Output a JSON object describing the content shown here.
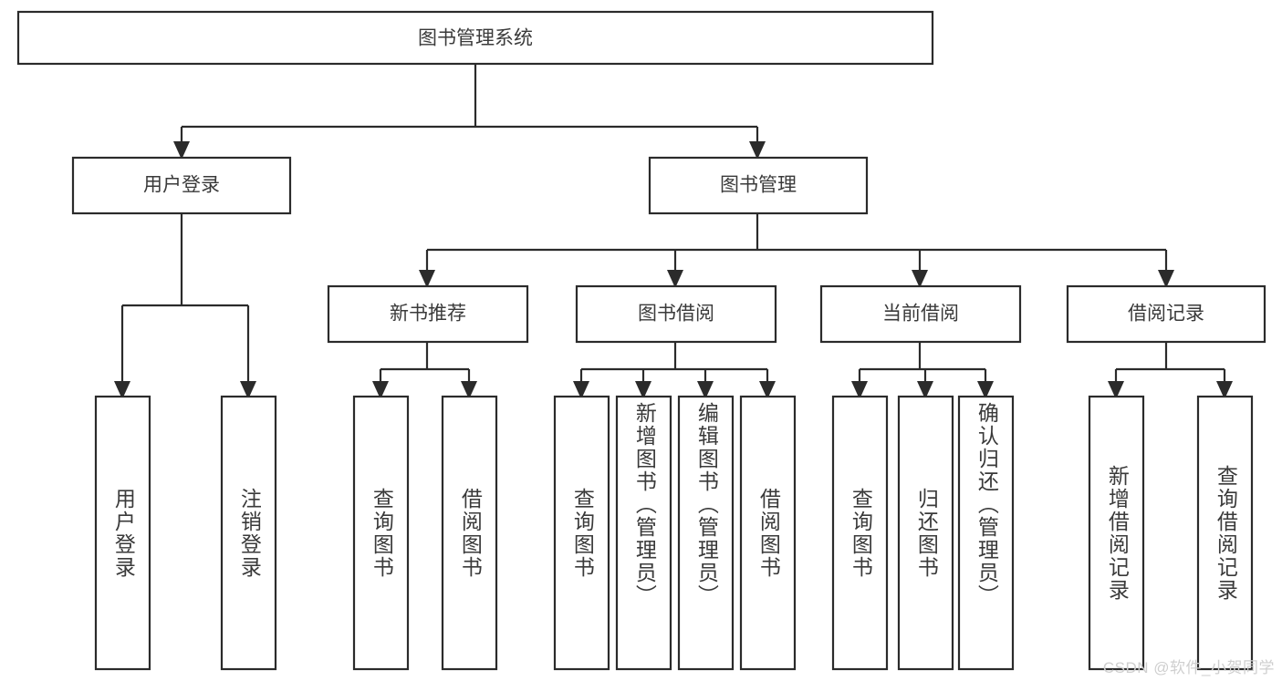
{
  "diagram": {
    "type": "tree-hierarchy-chart",
    "root": {
      "id": "root",
      "label": "图书管理系统",
      "orientation": "horizontal"
    },
    "level2": [
      {
        "id": "user-login",
        "label": "用户登录",
        "orientation": "horizontal"
      },
      {
        "id": "book-management",
        "label": "图书管理",
        "orientation": "horizontal"
      }
    ],
    "level3": [
      {
        "id": "new-book-recommend",
        "label": "新书推荐",
        "orientation": "horizontal"
      },
      {
        "id": "book-borrow",
        "label": "图书借阅",
        "orientation": "horizontal"
      },
      {
        "id": "current-borrow",
        "label": "当前借阅",
        "orientation": "horizontal"
      },
      {
        "id": "borrow-record",
        "label": "借阅记录",
        "orientation": "horizontal"
      }
    ],
    "leaves": [
      {
        "id": "leaf-user-login",
        "label": "用户登录",
        "parent": "user-login",
        "orientation": "vertical"
      },
      {
        "id": "leaf-logout",
        "label": "注销登录",
        "parent": "user-login",
        "orientation": "vertical"
      },
      {
        "id": "leaf-query-book-1",
        "label": "查询图书",
        "parent": "new-book-recommend",
        "orientation": "vertical"
      },
      {
        "id": "leaf-borrow-book-1",
        "label": "借阅图书",
        "parent": "new-book-recommend",
        "orientation": "vertical"
      },
      {
        "id": "leaf-query-book-2",
        "label": "查询图书",
        "parent": "book-borrow",
        "orientation": "vertical"
      },
      {
        "id": "leaf-add-book",
        "label": "新增图书（管理员）",
        "parent": "book-borrow",
        "orientation": "vertical"
      },
      {
        "id": "leaf-edit-book",
        "label": "编辑图书（管理员）",
        "parent": "book-borrow",
        "orientation": "vertical"
      },
      {
        "id": "leaf-borrow-book-2",
        "label": "借阅图书",
        "parent": "book-borrow",
        "orientation": "vertical"
      },
      {
        "id": "leaf-query-book-3",
        "label": "查询图书",
        "parent": "current-borrow",
        "orientation": "vertical"
      },
      {
        "id": "leaf-return-book",
        "label": "归还图书",
        "parent": "current-borrow",
        "orientation": "vertical"
      },
      {
        "id": "leaf-confirm-return",
        "label": "确认归还（管理员）",
        "parent": "current-borrow",
        "orientation": "vertical"
      },
      {
        "id": "leaf-add-record",
        "label": "新增借阅记录",
        "parent": "borrow-record",
        "orientation": "vertical"
      },
      {
        "id": "leaf-query-record",
        "label": "查询借阅记录",
        "parent": "borrow-record",
        "orientation": "vertical"
      }
    ]
  },
  "watermark": {
    "text": "CSDN @软件_小贺同学"
  },
  "colors": {
    "box_stroke": "#2b2b2b",
    "box_fill": "#ffffff",
    "text": "#3a3a3a",
    "connector": "#2b2b2b",
    "watermark": "#cfcfcf",
    "background": "#ffffff"
  }
}
